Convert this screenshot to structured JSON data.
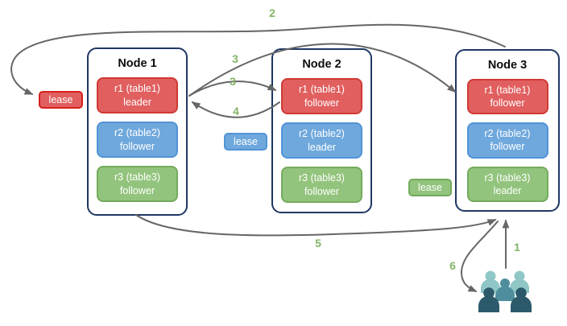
{
  "nodes": [
    {
      "title": "Node 1",
      "replicas": [
        {
          "label": "r1 (table1)",
          "role": "leader",
          "color": "red"
        },
        {
          "label": "r2 (table2)",
          "role": "follower",
          "color": "blue"
        },
        {
          "label": "r3 (table3)",
          "role": "follower",
          "color": "green"
        }
      ]
    },
    {
      "title": "Node 2",
      "replicas": [
        {
          "label": "r1 (table1)",
          "role": "follower",
          "color": "red"
        },
        {
          "label": "r2 (table2)",
          "role": "leader",
          "color": "blue"
        },
        {
          "label": "r3 (table3)",
          "role": "follower",
          "color": "green"
        }
      ]
    },
    {
      "title": "Node 3",
      "replicas": [
        {
          "label": "r1 (table1)",
          "role": "follower",
          "color": "red"
        },
        {
          "label": "r2 (table2)",
          "role": "follower",
          "color": "blue"
        },
        {
          "label": "r3 (table3)",
          "role": "leader",
          "color": "green"
        }
      ]
    }
  ],
  "leases": [
    {
      "label": "lease",
      "color": "red"
    },
    {
      "label": "lease",
      "color": "blue"
    },
    {
      "label": "lease",
      "color": "green"
    }
  ],
  "steps": {
    "s1": "1",
    "s2": "2",
    "s3_upper": "3",
    "s3_lower": "3",
    "s4": "4",
    "s5": "5",
    "s6": "6"
  },
  "icons": {
    "clients": "people-group-icon"
  },
  "colors": {
    "red_fill": "#e15f5f",
    "red_border": "#d03a34",
    "blue_fill": "#6fa8dc",
    "blue_border": "#5294d6",
    "green_fill": "#93c47d",
    "green_border": "#74ab5c",
    "node_border": "#1f3864",
    "arrow": "#666666",
    "step_label": "#84b567",
    "people_light": "#8fc7c7",
    "people_mid": "#4f8e9d",
    "people_dark": "#2c5a6b",
    "background": "#ffffff"
  }
}
